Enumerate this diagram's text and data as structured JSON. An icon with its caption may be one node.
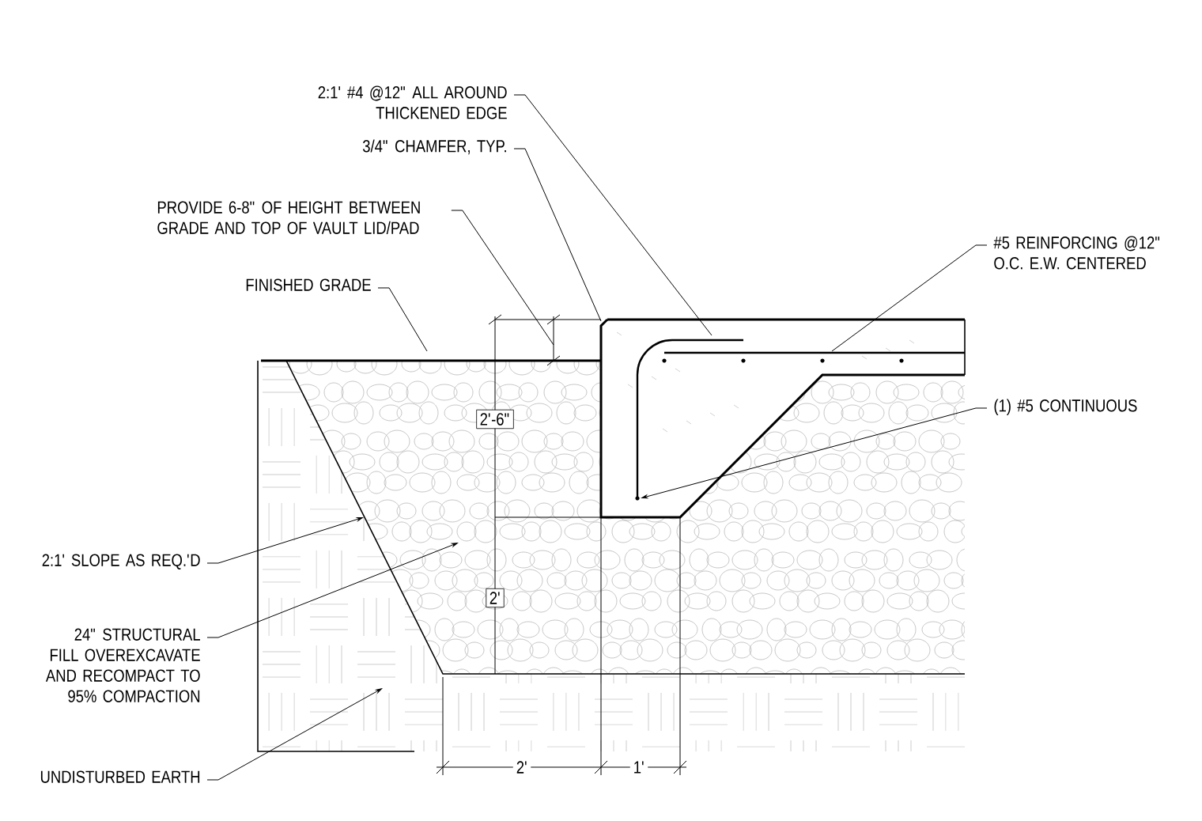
{
  "diagram": {
    "nodes": [
      {
        "text": [
          "2:1' #4 @12\" ALL AROUND THICKENED EDGE"
        ]
      },
      {
        "text": [
          "3/4\" CHAMFER, TYP."
        ]
      },
      {
        "text": [
          "PROVIDE 6-8\" OF HEIGHT BETWEEN GRADE AND TOP OF VAULT LID/PAD"
        ]
      },
      {
        "text": [
          "#5 REINFORCING @12\" O.C. E.W. CENTERED"
        ]
      },
      {
        "text": [
          "FINISHED GRADE"
        ]
      },
      {
        "text": [
          "(1) #5 CONTINUOUS"
        ]
      },
      {
        "text": [
          "2:1' SLOPE AS REQ.'D"
        ]
      },
      {
        "text": [
          "24\" STRUCTURAL FILL OVEREXCAVATE AND RECOMPACT TO 95% COMPACTION"
        ]
      },
      {
        "text": [
          "UNDISTURBED EARTH"
        ]
      }
    ],
    "edges": [
      {
        "from": 0,
        "to": null,
        "arrow": "none"
      },
      {
        "from": 1,
        "to": null,
        "arrow": "none"
      },
      {
        "from": 2,
        "to": null,
        "arrow": "none"
      },
      {
        "from": 3,
        "to": null,
        "arrow": "none"
      },
      {
        "from": 4,
        "to": null,
        "arrow": "none"
      },
      {
        "from": 5,
        "to": null,
        "arrow": "to"
      },
      {
        "from": 6,
        "to": null,
        "arrow": "to"
      },
      {
        "from": 7,
        "to": null,
        "arrow": "to"
      },
      {
        "from": 8,
        "to": null,
        "arrow": "to"
      }
    ],
    "labels": [
      "2'-6\"",
      "2'",
      "2'",
      "1'"
    ]
  }
}
